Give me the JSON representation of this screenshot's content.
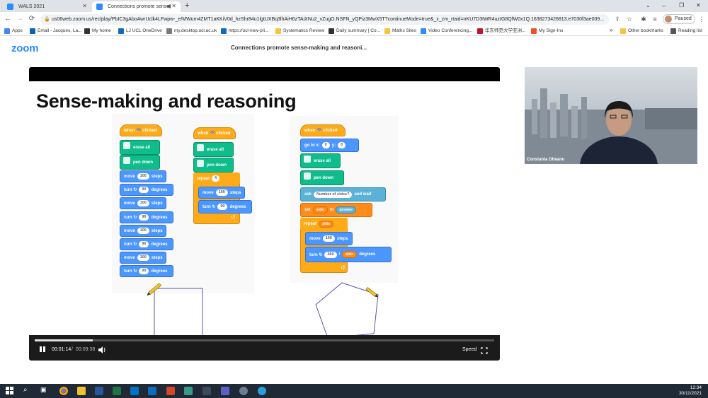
{
  "browser": {
    "tabs": [
      {
        "title": "WALS 2021"
      },
      {
        "title": "Connections promote sense"
      }
    ],
    "new_tab": "+",
    "window_controls": {
      "minimize": "–",
      "maximize": "❐",
      "close": "✕"
    },
    "url": "us06web.zoom.us/rec/play/PbIC3gAboAwrUclk4LFwpw-_e/MWum4ZMT1aKKiV0d_hzShr84u1lgtUXBq3lhAiH6zTAiXNu2_vZugO.NSFN_yQPiz3MwX5T?continueMode=true&_x_zm_rtaid=nKU7D3tWR4uztG8QfW0x1Q.1638273426813.e7030f3ae009...",
    "profile_status": "Paused",
    "nav": {
      "back": "←",
      "forward": "→",
      "reload": "⟳"
    },
    "bookmarks": [
      {
        "label": "Apps",
        "color": "#4285f4"
      },
      {
        "label": "Email - Jacques, La...",
        "color": "#0a64ad"
      },
      {
        "label": "My home",
        "color": "#333333"
      },
      {
        "label": "LJ UCL OneDrive",
        "color": "#0f6cbd"
      },
      {
        "label": "my.desktop.ucl.ac.uk",
        "color": "#7a7a7a"
      },
      {
        "label": "https://ucl-new-pri...",
        "color": "#0f6cbd"
      },
      {
        "label": "Systematics Review",
        "color": "#f4c542"
      },
      {
        "label": "Daily summary | Co...",
        "color": "#333333"
      },
      {
        "label": "Maths Sites",
        "color": "#f4c542"
      },
      {
        "label": "Video Conferencing...",
        "color": "#2d8cff"
      },
      {
        "label": "华东师范大学亚洲...",
        "color": "#c8102e"
      },
      {
        "label": "My Sign-Ins",
        "color": "#f25022"
      },
      {
        "label": "Other bookmarks",
        "color": "#f4c542"
      },
      {
        "label": "Reading list",
        "color": "#555555"
      }
    ],
    "more_bookmarks": "»"
  },
  "zoom": {
    "logo": "zoom",
    "page_title": "Connections promote sense-making and reasoni..."
  },
  "slide": {
    "title": "Sense-making and reasoning",
    "script1": {
      "hat": "when 🏁 clicked",
      "pen1": "erase all",
      "pen2": "pen down",
      "move_label": "move",
      "move_value": "100",
      "steps": "steps",
      "turn_label": "turn ↻",
      "turn_value": "90",
      "degrees": "degrees"
    },
    "script2": {
      "hat": "when 🏁 clicked",
      "pen1": "erase all",
      "pen2": "pen down",
      "repeat_label": "repeat",
      "repeat_value": "4",
      "move_label": "move",
      "move_value": "100",
      "steps": "steps",
      "turn_label": "turn ↻",
      "turn_value": "90",
      "degrees": "degrees"
    },
    "script3": {
      "hat": "when 🏁 clicked",
      "goto_label": "go to x:",
      "goto_x": "0",
      "goto_y_label": "y:",
      "goto_y": "0",
      "pen1": "erase all",
      "pen2": "pen down",
      "ask_label": "ask",
      "ask_value": "Number of sides?",
      "ask_wait": "and wait",
      "set_label": "set",
      "set_var": "side",
      "set_to": "to",
      "set_value": "answer",
      "repeat_label": "repeat",
      "repeat_var": "side",
      "move_label": "move",
      "move_value": "100",
      "steps": "steps",
      "turn_label": "turn ↻",
      "turn_num": "360",
      "turn_div": "/",
      "turn_var": "side",
      "degrees": "degrees"
    }
  },
  "player": {
    "progress": 0.126,
    "time_current": "00:01:14",
    "time_sep": "/",
    "time_total": "00:09:38",
    "speed": "Speed"
  },
  "webcam": {
    "name": "Constanta Olteanu"
  },
  "taskbar": {
    "time": "12:34",
    "date": "30/11/2021"
  },
  "colors": {
    "zoom_blue": "#2d8cff",
    "scratch_event": "#ffab19",
    "scratch_motion": "#4c97ff",
    "scratch_pen": "#0fbd8c",
    "scratch_sensing": "#5cb1d6",
    "scratch_variable": "#ff8c1a",
    "shape_stroke": "#5555aa"
  }
}
